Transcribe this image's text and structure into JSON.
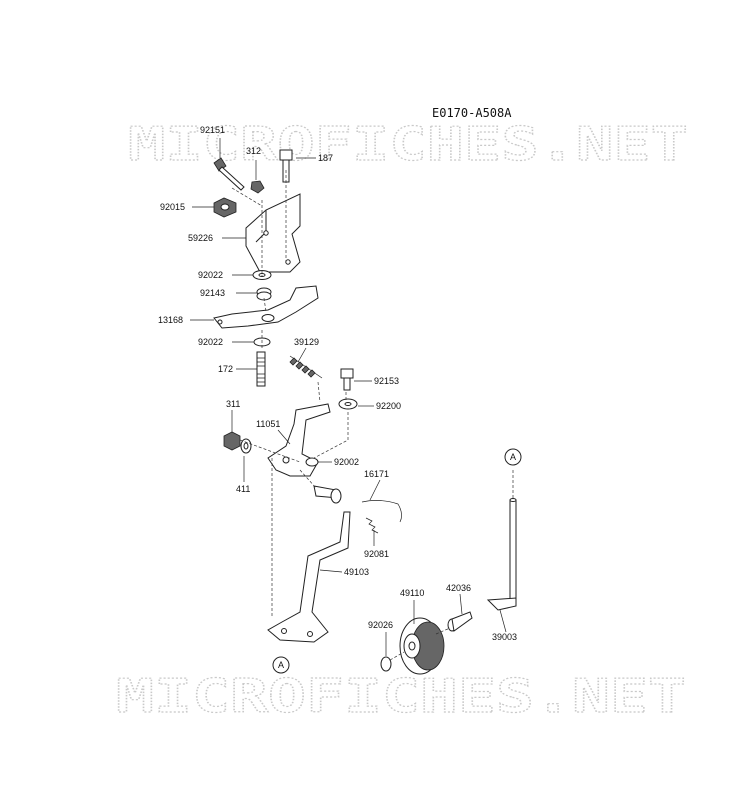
{
  "diagram_code": "E0170-A508A",
  "watermark_text": "MICROFICHES.NET",
  "ref_mark": "A",
  "parts": {
    "p92151": "92151",
    "p312": "312",
    "p187": "187",
    "p92015": "92015",
    "p59226": "59226",
    "p92022a": "92022",
    "p92143": "92143",
    "p13168": "13168",
    "p92022b": "92022",
    "p39129": "39129",
    "p172": "172",
    "p92153": "92153",
    "p311": "311",
    "p92200": "92200",
    "p11051": "11051",
    "p92002": "92002",
    "p411": "411",
    "p16171": "16171",
    "p92081": "92081",
    "p49103": "49103",
    "p49110": "49110",
    "p42036": "42036",
    "p92026": "92026",
    "p39003": "39003"
  }
}
